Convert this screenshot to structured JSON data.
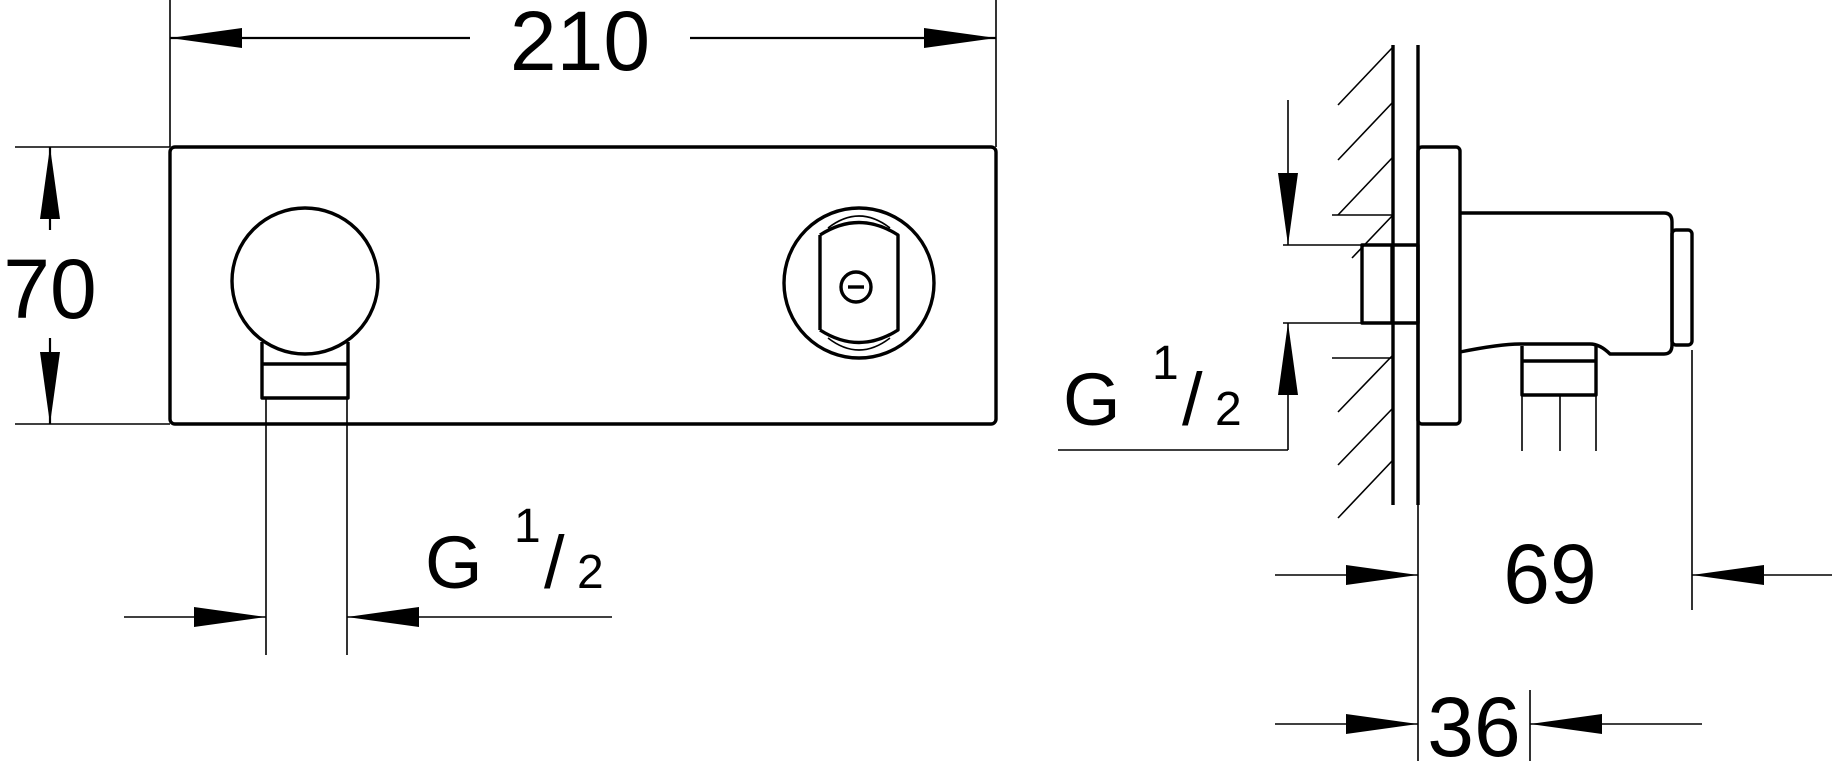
{
  "front_view": {
    "width_label": "210",
    "height_label": "70",
    "thread_main": "G",
    "thread_num": "1",
    "thread_slash": "/",
    "thread_den": "2"
  },
  "side_view": {
    "thread_main": "G",
    "thread_num": "1",
    "thread_slash": "/",
    "thread_den": "2",
    "depth_label": "69",
    "plate_label": "36"
  }
}
